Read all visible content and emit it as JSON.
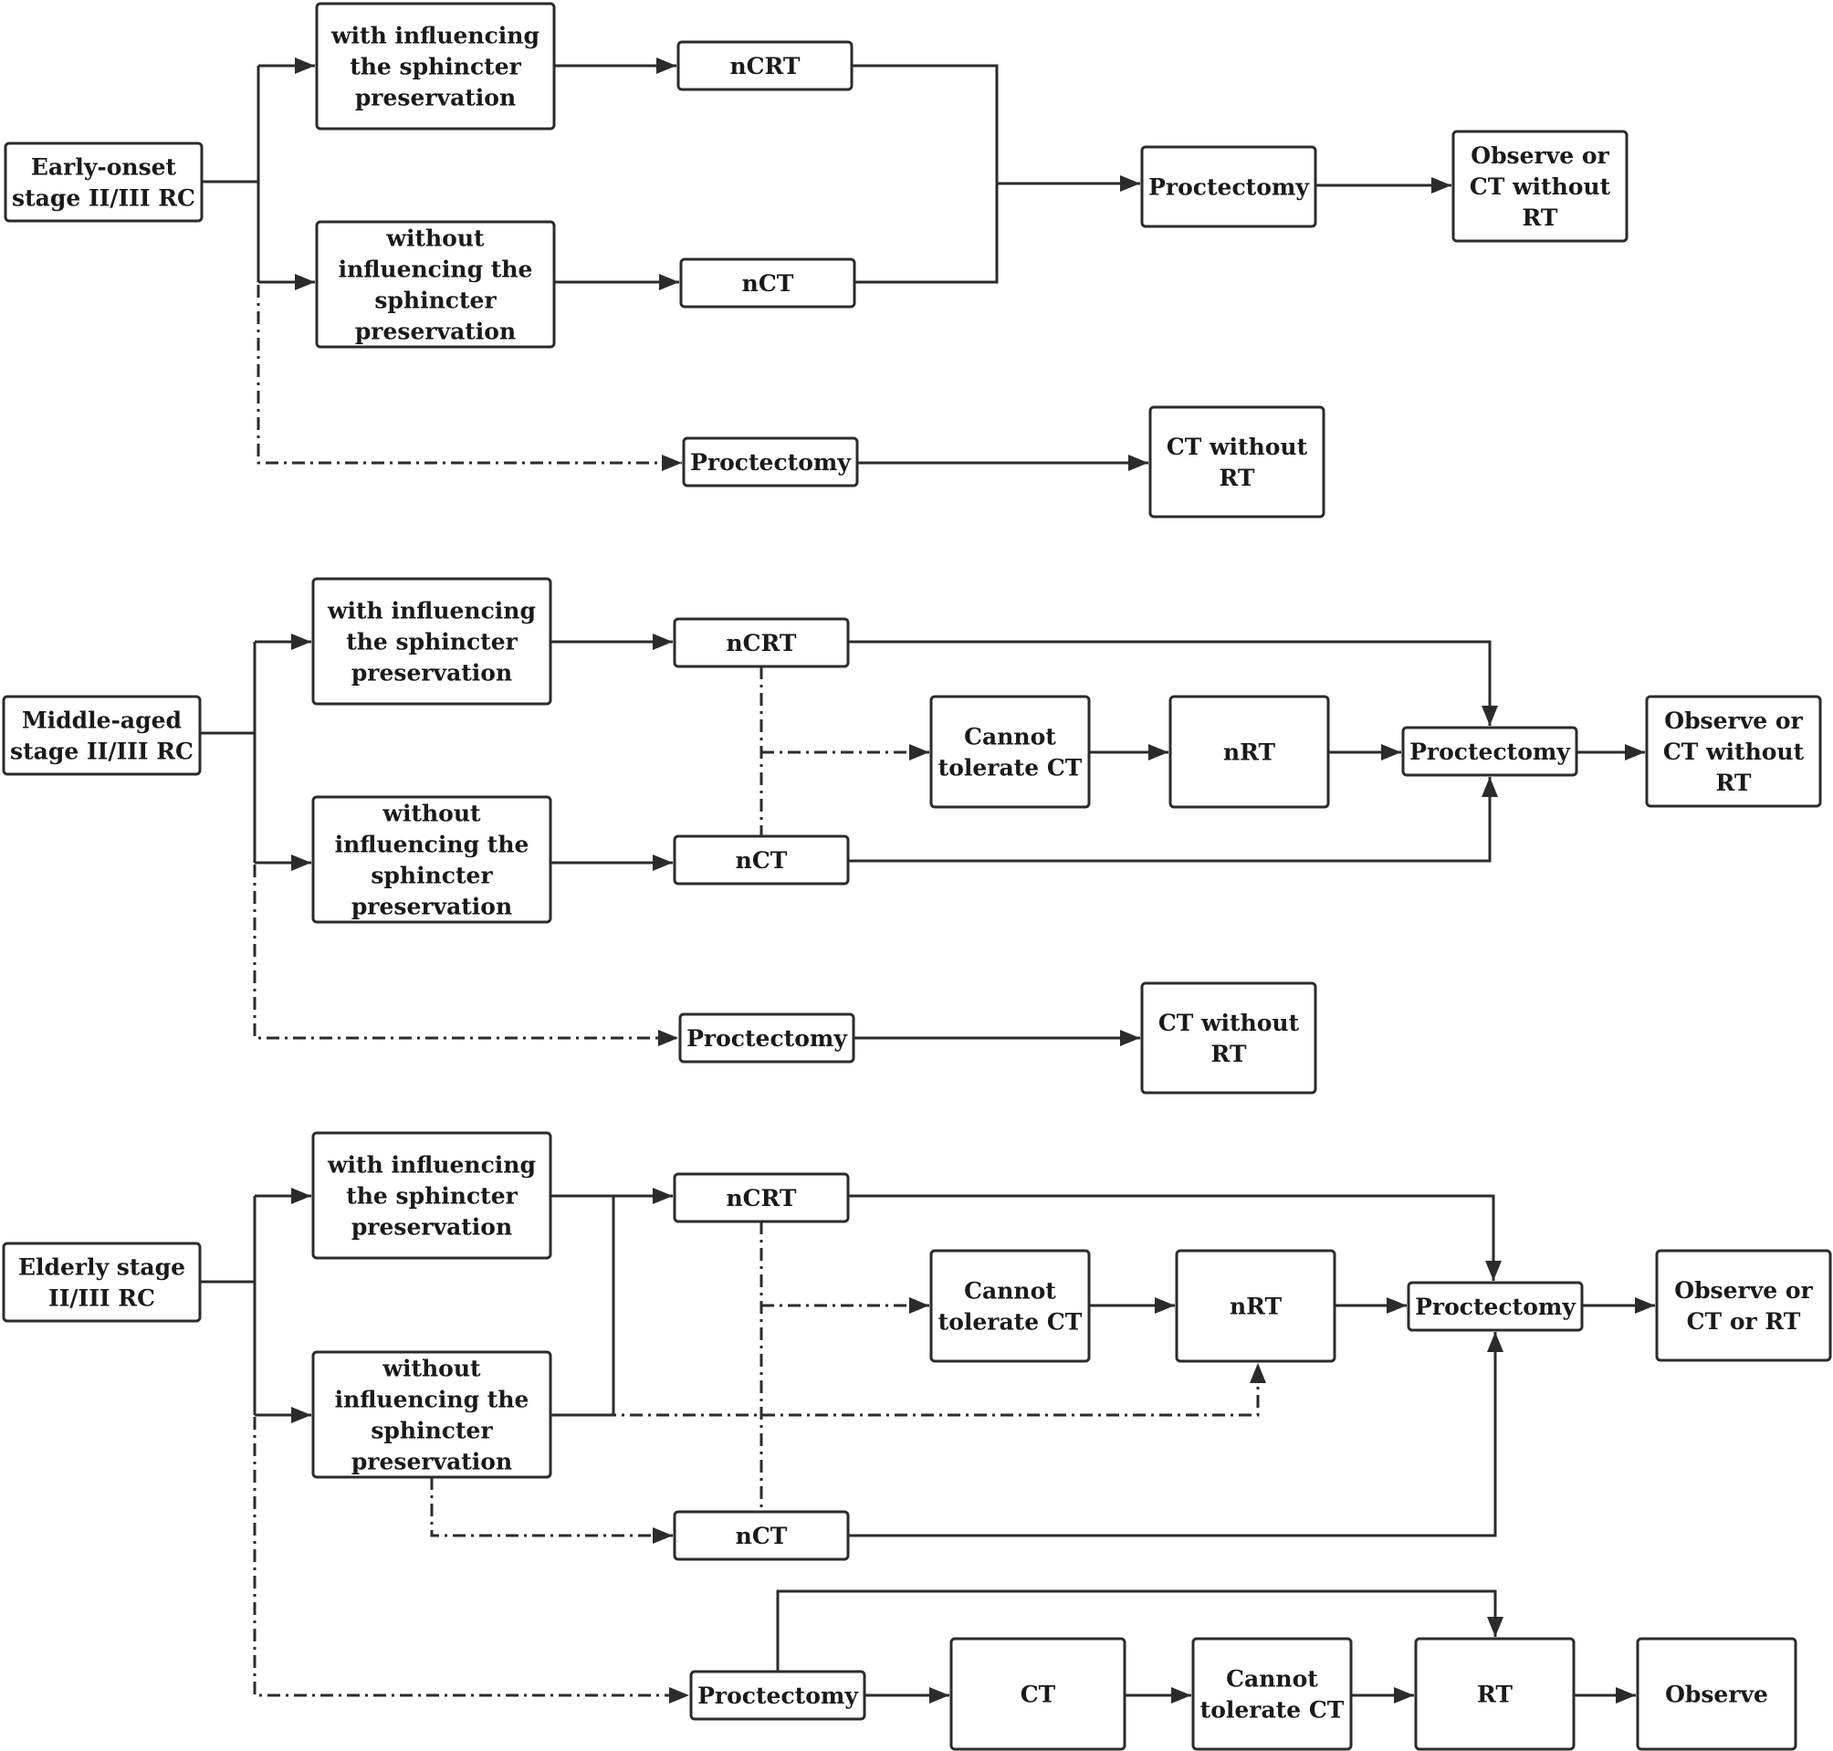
{
  "sections": [
    {
      "nodes": {
        "start": [
          "Early-onset",
          "stage II/III RC"
        ],
        "with_sph": [
          "with influencing",
          "the sphincter",
          "preservation"
        ],
        "without_sph": [
          "without",
          "influencing the",
          "sphincter",
          "preservation"
        ],
        "ncrt": [
          "nCRT"
        ],
        "nct": [
          "nCT"
        ],
        "proct": [
          "Proctectomy"
        ],
        "outcome": [
          "Observe or",
          "CT without",
          "RT"
        ],
        "proct_direct": [
          "Proctectomy"
        ],
        "ct_no_rt": [
          "CT without",
          "RT"
        ]
      }
    },
    {
      "nodes": {
        "start": [
          "Middle-aged",
          "stage II/III RC"
        ],
        "with_sph": [
          "with influencing",
          "the sphincter",
          "preservation"
        ],
        "without_sph": [
          "without",
          "influencing the",
          "sphincter",
          "preservation"
        ],
        "ncrt": [
          "nCRT"
        ],
        "nct": [
          "nCT"
        ],
        "cannot": [
          "Cannot",
          "tolerate CT"
        ],
        "nrt": [
          "nRT"
        ],
        "proct": [
          "Proctectomy"
        ],
        "outcome": [
          "Observe or",
          "CT without",
          "RT"
        ],
        "proct_direct": [
          "Proctectomy"
        ],
        "ct_no_rt": [
          "CT without",
          "RT"
        ]
      }
    },
    {
      "nodes": {
        "start": [
          "Elderly stage",
          "II/III RC"
        ],
        "with_sph": [
          "with influencing",
          "the sphincter",
          "preservation"
        ],
        "without_sph": [
          "without",
          "influencing the",
          "sphincter",
          "preservation"
        ],
        "ncrt": [
          "nCRT"
        ],
        "cannot": [
          "Cannot",
          "tolerate CT"
        ],
        "nrt": [
          "nRT"
        ],
        "proct": [
          "Proctectomy"
        ],
        "outcome": [
          "Observe or",
          "CT  or RT"
        ],
        "nct": [
          "nCT"
        ],
        "proct_direct": [
          "Proctectomy"
        ],
        "ct": [
          "CT"
        ],
        "cannot2": [
          "Cannot",
          "tolerate CT"
        ],
        "rt": [
          "RT"
        ],
        "observe": [
          "Observe"
        ]
      }
    }
  ]
}
